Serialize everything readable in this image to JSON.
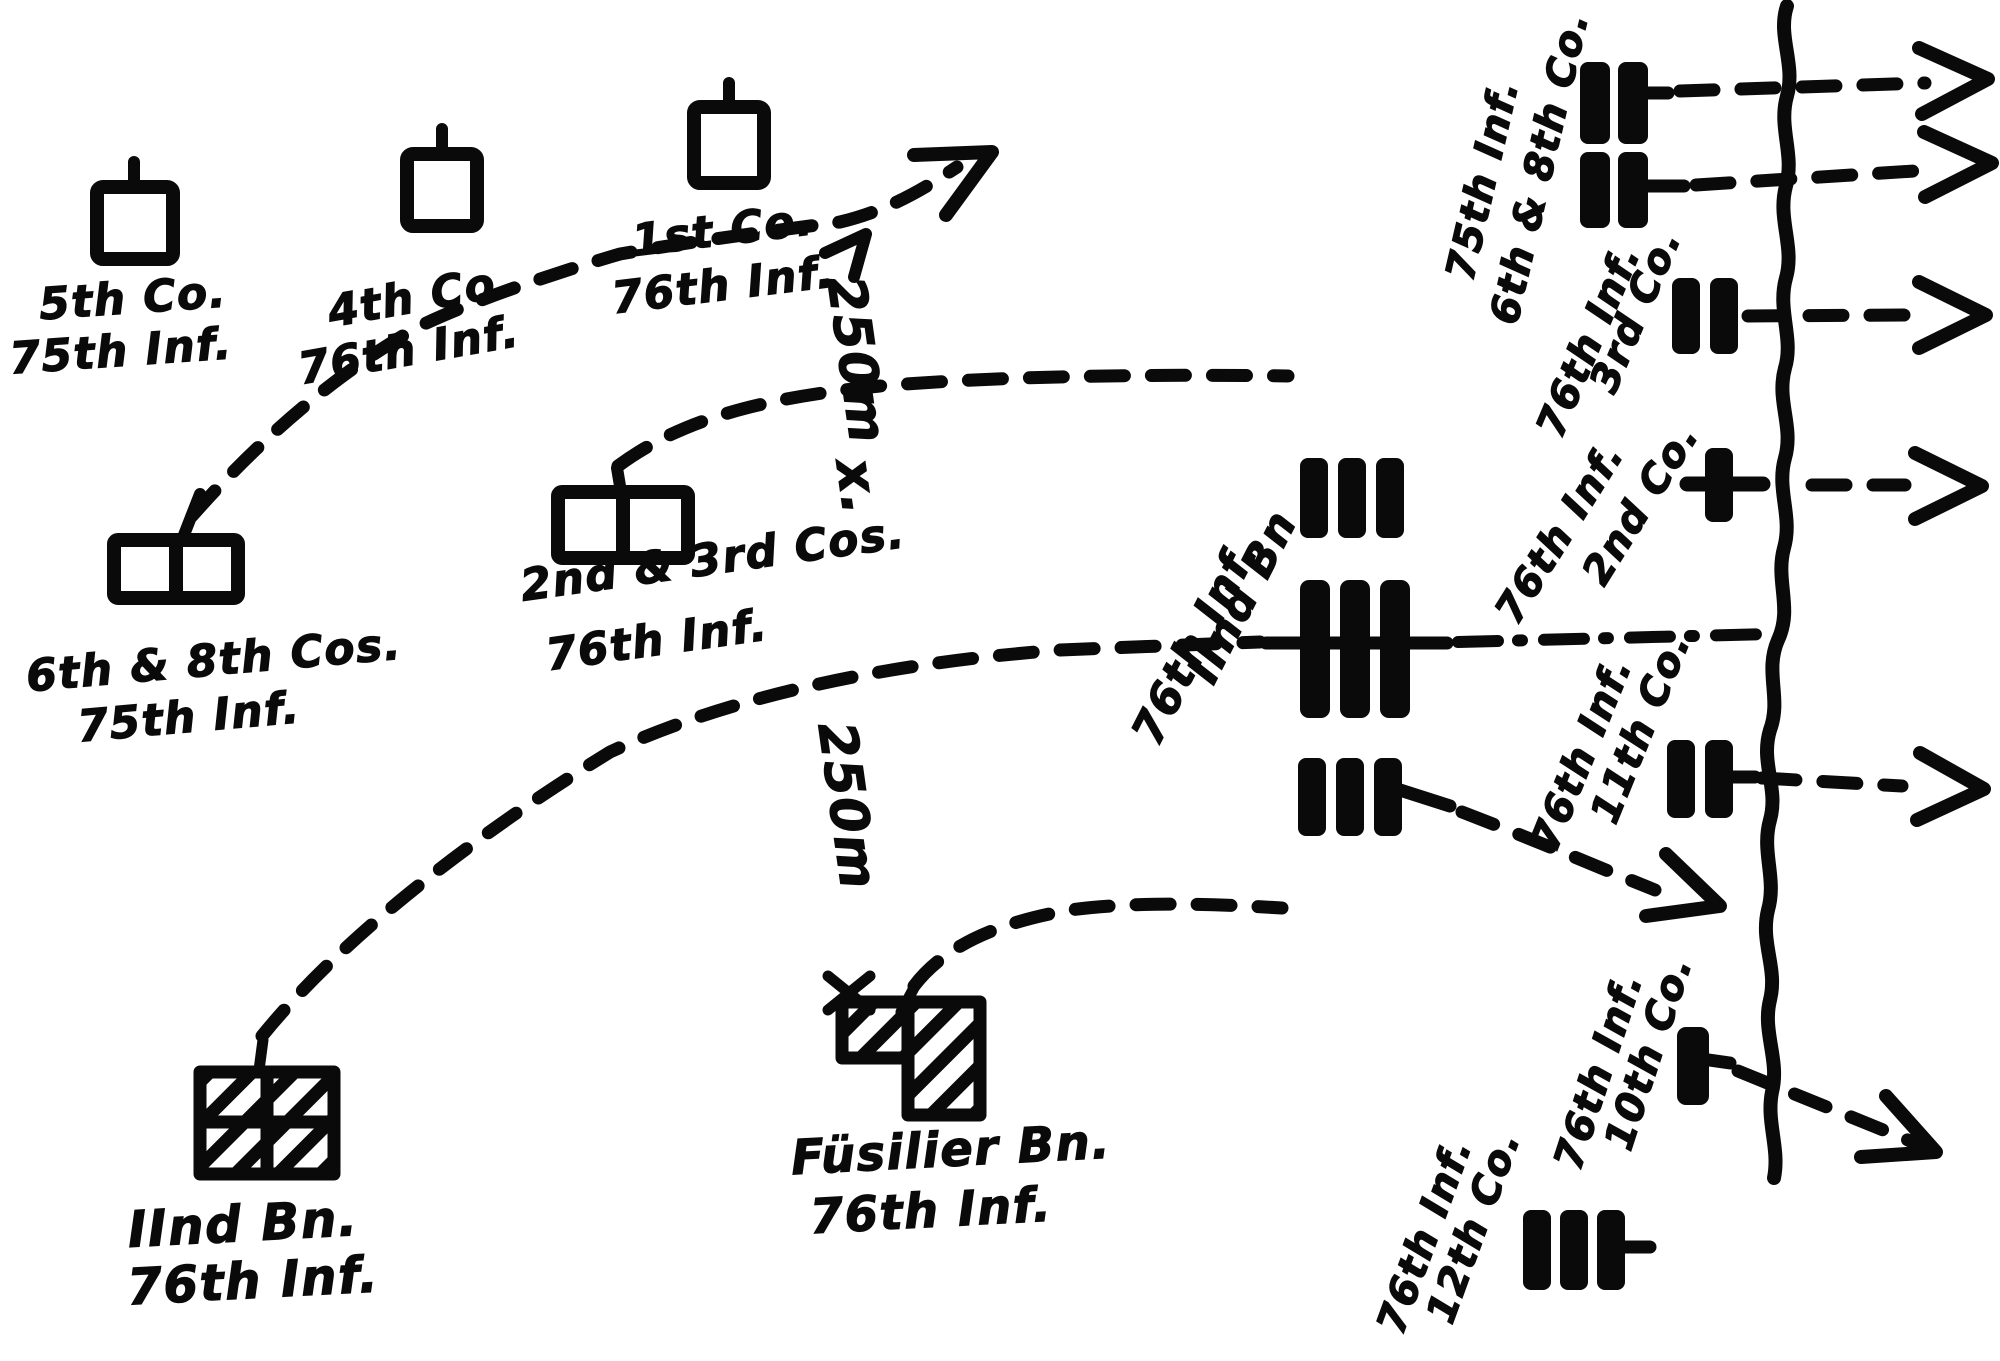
{
  "figure": "hand-drawn tactical sketch of infantry companies and battalions advancing across a river",
  "colors": {
    "ink": "#0a0a0a",
    "paper": "#ffffff"
  },
  "labels": {
    "co5": {
      "line1": "5th Co.",
      "line2": "75th Inf."
    },
    "co4": {
      "line1": "4th Co.",
      "line2": "76th Inf."
    },
    "co1": {
      "line1": "1st Co.",
      "line2": "76th Inf."
    },
    "cos23": {
      "line1": "2nd & 3rd Cos.",
      "line2": "76th Inf."
    },
    "cos68": {
      "line1": "6th & 8th Cos.",
      "line2": "75th Inf."
    },
    "bn2res": {
      "line1": "IInd Bn.",
      "line2": "76th Inf."
    },
    "fusilier": {
      "line1": "Füsilier Bn.",
      "line2": "76th Inf."
    },
    "bn2fwd": {
      "line1": "IInd Bn",
      "line2": "76th Inf."
    },
    "co68r": {
      "line1": "6th & 8th Co.",
      "line2": "75th Inf."
    },
    "co3": {
      "line1": "3rd Co.",
      "line2": "76th Inf."
    },
    "co2": {
      "line1": "2nd Co.",
      "line2": "76th Inf."
    },
    "co11": {
      "line1": "11th Co.",
      "line2": "76th Inf."
    },
    "co10": {
      "line1": "10th Co.",
      "line2": "76th Inf."
    },
    "co12": {
      "line1": "12th Co.",
      "line2": "76th Inf."
    }
  },
  "measurements": {
    "span1": "250m",
    "sep": "x.",
    "span2": "250m"
  }
}
